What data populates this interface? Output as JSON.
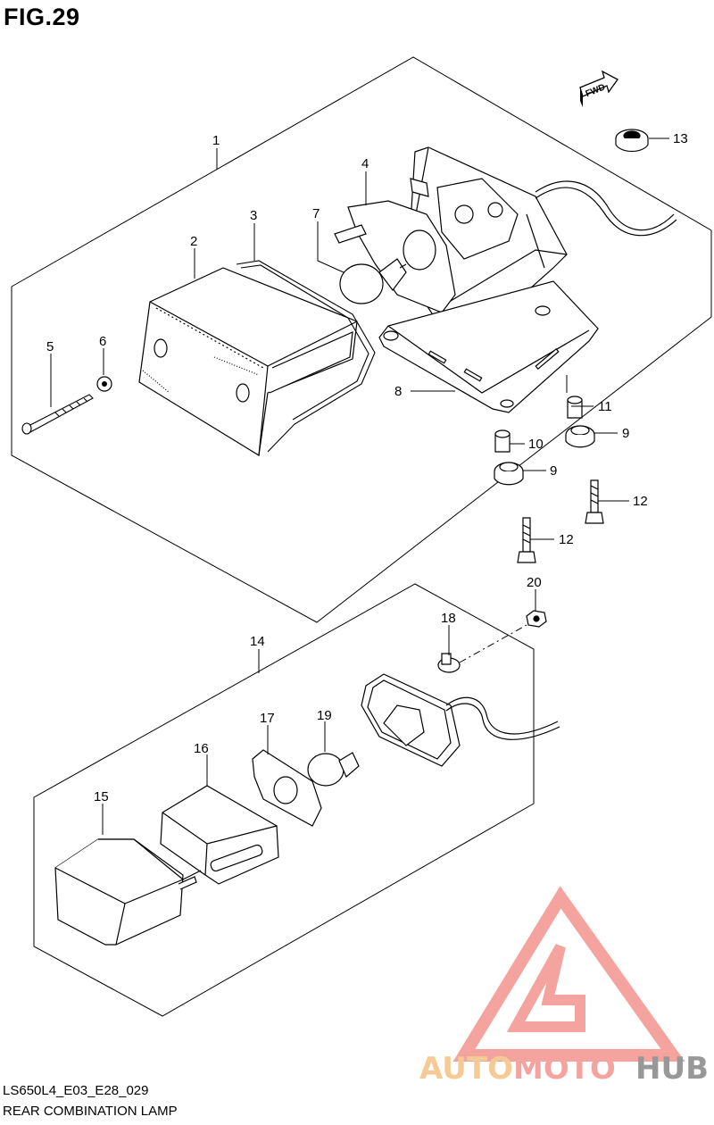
{
  "figure": {
    "title": "FIG.29",
    "code": "LS650L4_E03_E28_029",
    "subtitle": "REAR COMBINATION LAMP"
  },
  "direction_indicator": {
    "label": "FWD"
  },
  "callouts": {
    "c1": "1",
    "c2": "2",
    "c3": "3",
    "c4": "4",
    "c5": "5",
    "c6": "6",
    "c7": "7",
    "c8": "8",
    "c9a": "9",
    "c9b": "9",
    "c10": "10",
    "c11": "11",
    "c12a": "12",
    "c12b": "12",
    "c13": "13",
    "c14": "14",
    "c15": "15",
    "c16": "16",
    "c17": "17",
    "c18": "18",
    "c19": "19",
    "c20": "20"
  },
  "watermark": {
    "part1": "AUTO",
    "part2": "MOTO",
    "part3": "HUB",
    "color_primary": "#f39a94",
    "color_secondary": "#f6c58a",
    "color_tertiary": "#8d8d8d"
  }
}
